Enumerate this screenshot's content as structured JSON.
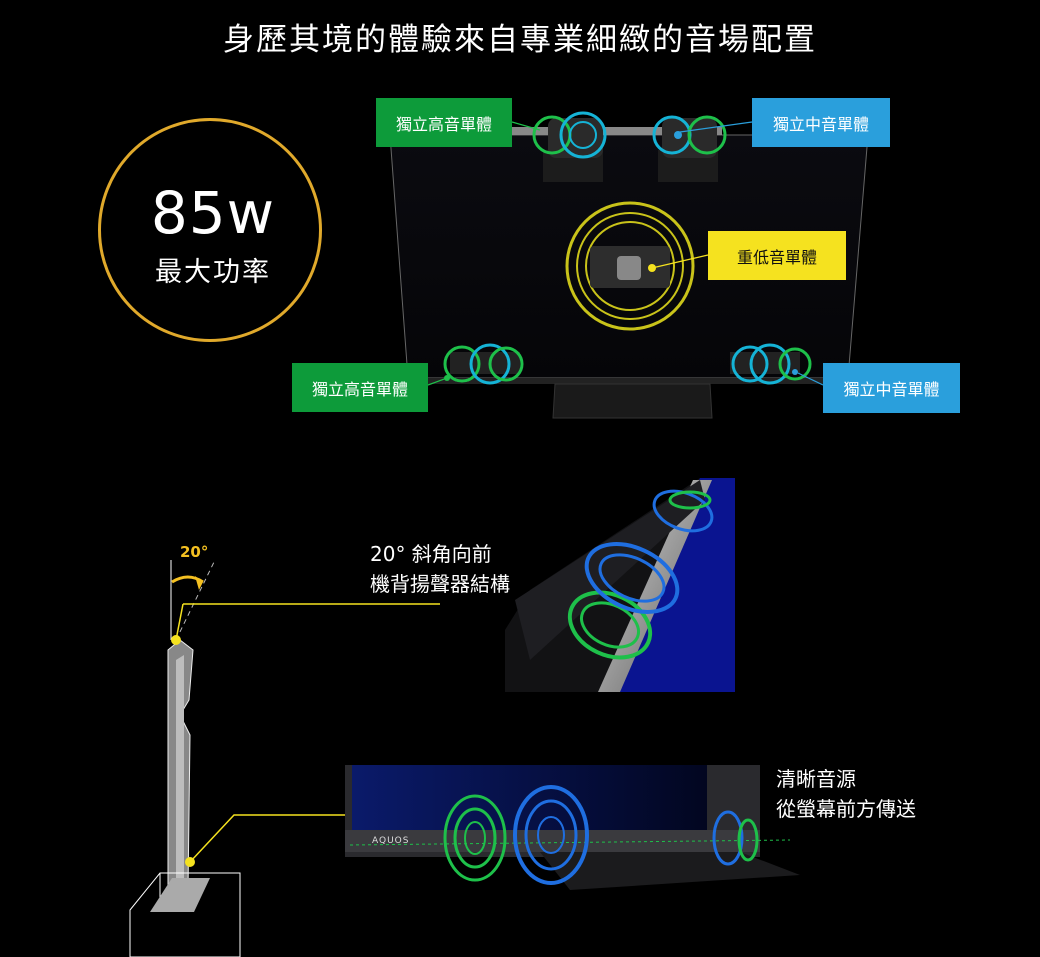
{
  "title": "身歷其境的體驗來自專業細緻的音場配置",
  "power": {
    "value": "85w",
    "label": "最大功率"
  },
  "labels": {
    "tweeter_top": "獨立高音單體",
    "mid_top": "獨立中音單體",
    "subwoofer": "重低音單體",
    "tweeter_bottom": "獨立高音單體",
    "mid_bottom": "獨立中音單體"
  },
  "angle": {
    "degree": "20°",
    "line1": "20° 斜角向前",
    "line2": "機背揚聲器結構"
  },
  "front": {
    "line1": "清晰音源",
    "line2": "從螢幕前方傳送"
  },
  "brand": "AQUOS",
  "colors": {
    "green": "#0d9b3a",
    "blue": "#2a9fdc",
    "yellow": "#f5e21f",
    "gold": "#e0a92b"
  }
}
